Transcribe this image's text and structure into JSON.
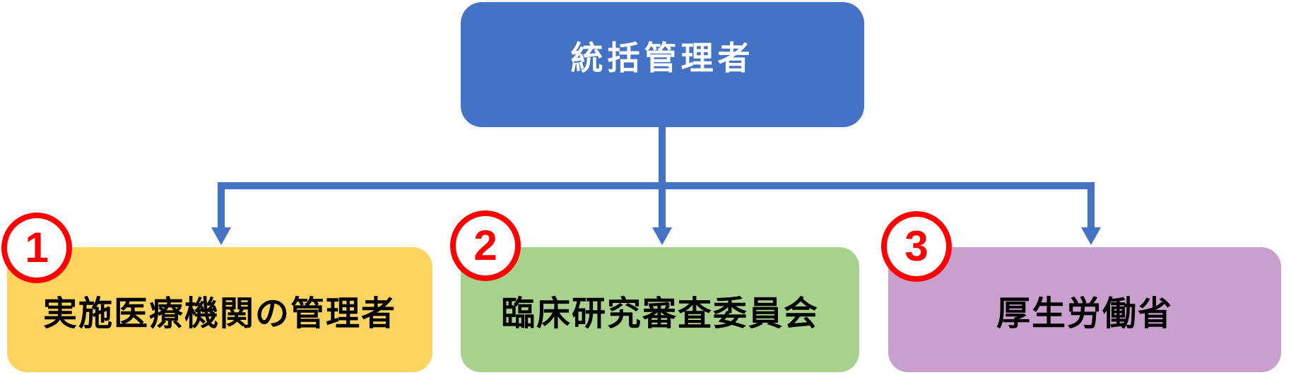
{
  "diagram": {
    "background": "#FFFFFF",
    "connector_color": "#4472C4",
    "root": {
      "label": "統括管理者",
      "bg": "#4472C4",
      "text_color": "#FFFFFF"
    },
    "children": [
      {
        "number": "1",
        "label": "実施医療機関の管理者",
        "bg": "#FCD45F",
        "text_color": "#000000"
      },
      {
        "number": "2",
        "label": "臨床研究審査委員会",
        "bg": "#A9D18E",
        "text_color": "#000000"
      },
      {
        "number": "3",
        "label": "厚生労働省",
        "bg": "#C9A0CD",
        "text_color": "#000000"
      }
    ],
    "badge": {
      "border_color": "#FF0000",
      "number_color": "#FF0000",
      "fill": "#FFFFFF"
    }
  }
}
